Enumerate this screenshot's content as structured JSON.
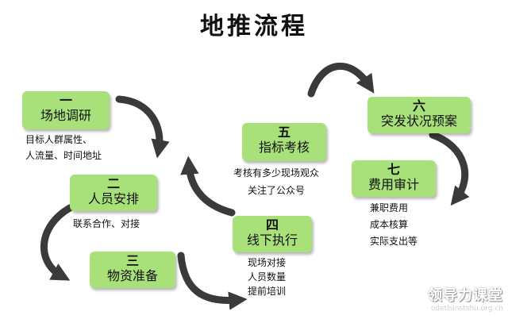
{
  "title": "地推流程",
  "steps": [
    {
      "num": "一",
      "name": "场地调研",
      "details": [
        "目标人群属性、",
        "人流量、时间地址"
      ]
    },
    {
      "num": "二",
      "name": "人员安排",
      "details": [
        "联系合作、对接"
      ]
    },
    {
      "num": "三",
      "name": "物资准备",
      "details": []
    },
    {
      "num": "四",
      "name": "线下执行",
      "details": [
        "现场对接",
        "人员数量",
        "提前培训"
      ]
    },
    {
      "num": "五",
      "name": "指标考核",
      "details": [
        "考核有多少现场观众",
        "关注了公众号"
      ]
    },
    {
      "num": "六",
      "name": "突发状况预案",
      "details": []
    },
    {
      "num": "七",
      "name": "费用审计",
      "details": [
        "兼职费用",
        "成本核算",
        "实际支出等"
      ]
    }
  ],
  "watermark": {
    "main": "领导力课堂",
    "sub": "odetlsinstshu.org.cn"
  },
  "colors": {
    "box": "#a8e07a",
    "arrow": "#3a3a3a",
    "text": "#111111"
  }
}
